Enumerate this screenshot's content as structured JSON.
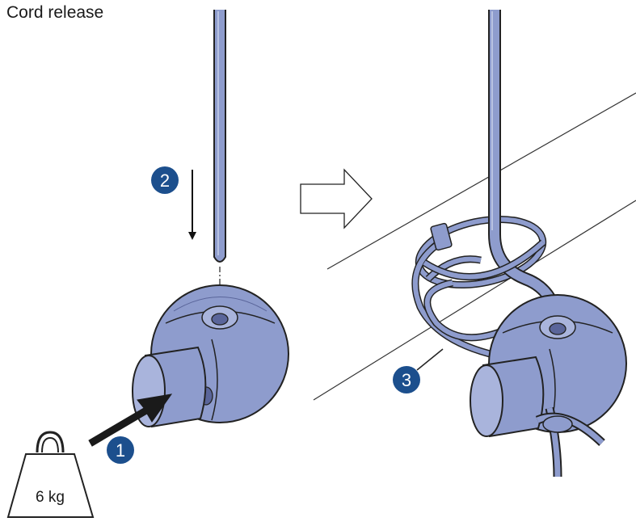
{
  "title": "Cord release",
  "steps": {
    "one": "1",
    "two": "2",
    "three": "3"
  },
  "weight_label": "6 kg",
  "colors": {
    "part_fill": "#8e9ccd",
    "badge_fill": "#1c4f8d",
    "outline": "#222222"
  }
}
